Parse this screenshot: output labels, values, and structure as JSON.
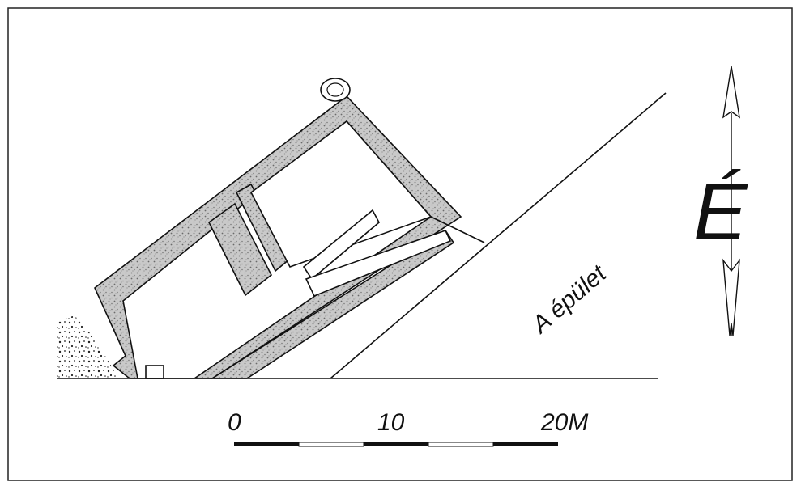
{
  "plan": {
    "building_label": "A épület",
    "north_letter": "É"
  },
  "scale_bar": {
    "ticks": [
      "0",
      "10",
      "20M"
    ]
  },
  "colors": {
    "ink": "#111111",
    "wall_fill": "#bdbdbd",
    "paper": "#ffffff"
  }
}
